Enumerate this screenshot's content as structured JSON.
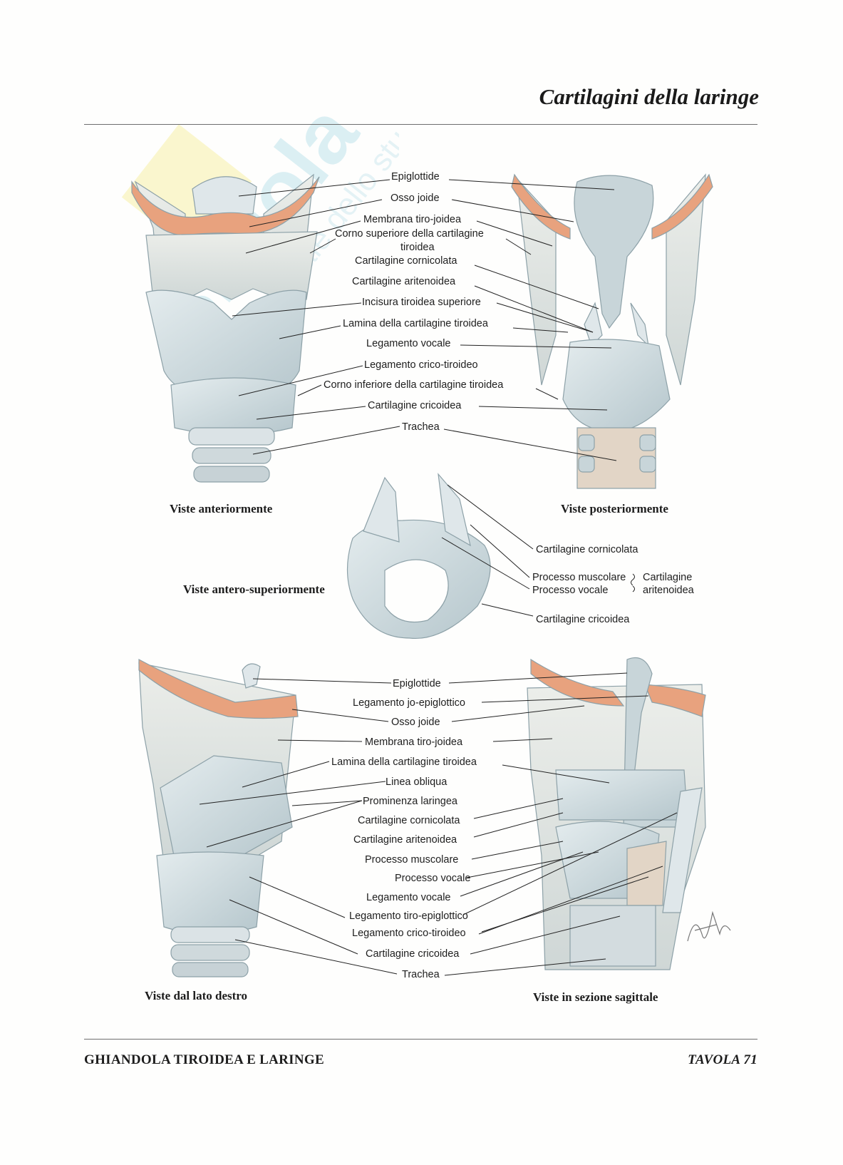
{
  "header": {
    "title": "Cartilagini della laringe"
  },
  "footer": {
    "left": "GHIANDOLA TIROIDEA E LARINGE",
    "right": "TAVOLA 71"
  },
  "watermark": {
    "brand": "Skuola.net",
    "tagline": "il portale dello studente"
  },
  "signature": "F. Netter",
  "views": {
    "anterior": "Viste anteriormente",
    "posterior": "Viste posteriormente",
    "antero_superior": "Viste antero-superiormente",
    "right_side": "Viste dal lato destro",
    "sagittal": "Viste in sezione sagittale"
  },
  "top_labels": [
    "Epiglottide",
    "Osso joide",
    "Membrana tiro-joidea",
    "Corno superiore della cartilagine",
    "tiroidea",
    "Cartilagine cornicolata",
    "Cartilagine aritenoidea",
    "Incisura tiroidea superiore",
    "Lamina della cartilagine tiroidea",
    "Legamento vocale",
    "Legamento crico-tiroideo",
    "Corno inferiore della cartilagine tiroidea",
    "Cartilagine cricoidea",
    "Trachea"
  ],
  "middle_labels": {
    "corniculate": "Cartilagine cornicolata",
    "muscular": "Processo muscolare",
    "vocal": "Processo vocale",
    "arytenoid_1": "Cartilagine",
    "arytenoid_2": "aritenoidea",
    "cricoid": "Cartilagine cricoidea"
  },
  "bottom_labels": [
    "Epiglottide",
    "Legamento jo-epiglottico",
    "Osso joide",
    "Membrana tiro-joidea",
    "Lamina della cartilagine tiroidea",
    "Linea obliqua",
    "Prominenza laringea",
    "Cartilagine cornicolata",
    "Cartilagine aritenoidea",
    "Processo muscolare",
    "Processo vocale",
    "Legamento vocale",
    "Legamento tiro-epiglottico",
    "Legamento crico-tiroideo",
    "Cartilagine cricoidea",
    "Trachea"
  ],
  "colors": {
    "cartilage": "#d6e0e3",
    "cartilage_shade": "#a9bcc2",
    "bone": "#e8a27e",
    "watermark": "#c9e6ee",
    "watermark_yellow": "#f7f1a8"
  }
}
